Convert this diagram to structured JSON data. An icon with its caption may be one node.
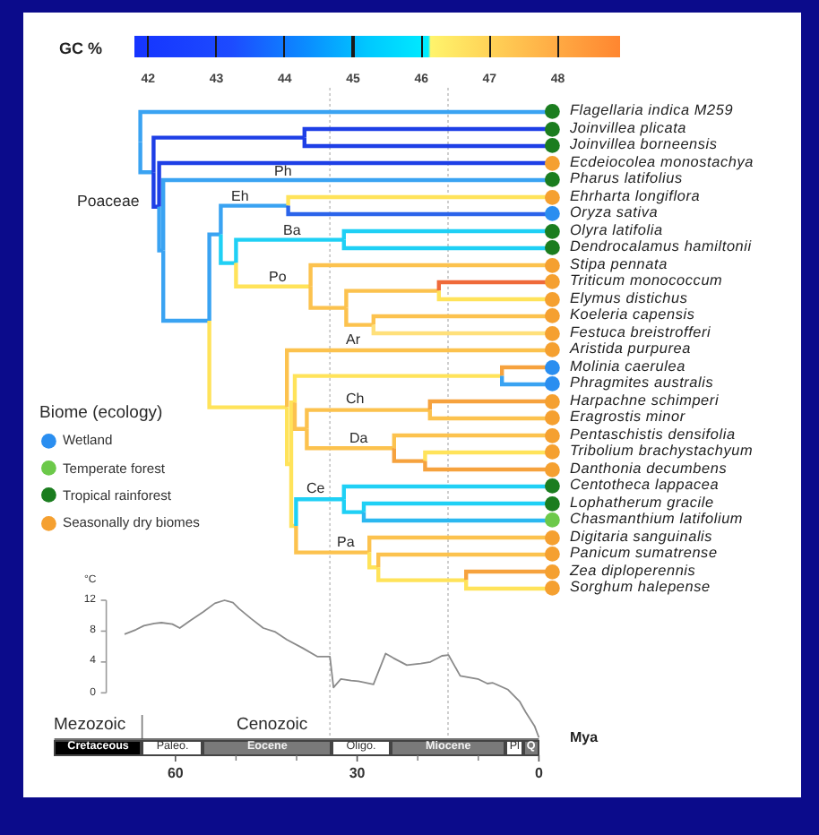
{
  "diagram": {
    "nodes": [
      {
        "text": [
          "Cretaceous"
        ]
      },
      {
        "text": [
          "Paleo."
        ]
      },
      {
        "text": [
          "Eocene"
        ]
      },
      {
        "text": [
          "Oligo."
        ]
      },
      {
        "text": [
          "Miocene"
        ]
      },
      {
        "text": [
          "Pl"
        ]
      },
      {
        "text": [
          "Q"
        ]
      }
    ],
    "labels": [
      "GC %",
      "42",
      "43",
      "44",
      "45",
      "46",
      "47",
      "48",
      "Flagellaria indica M259",
      "Joinvillea plicata",
      "Joinvillea borneensis",
      "Ecdeiocolea monostachya",
      "Pharus latifolius",
      "Ehrharta longiflora",
      "Oryza sativa",
      "Olyra latifolia",
      "Dendrocalamus hamiltonii",
      "Stipa pennata",
      "Triticum monococcum",
      "Elymus distichus",
      "Koeleria capensis",
      "Festuca breistrofferi",
      "Aristida purpurea",
      "Molinia caerulea",
      "Phragmites australis",
      "Harpachne schimperi",
      "Eragrostis minor",
      "Pentaschistis densifolia",
      "Tribolium brachystachyum",
      "Danthonia decumbens",
      "Centotheca lappacea",
      "Lophatherum gracile",
      "Chasmanthium latifolium",
      "Digitaria sanguinalis",
      "Panicum sumatrense",
      "Zea diploperennis",
      "Sorghum halepense",
      "Poaceae",
      "Ph",
      "Eh",
      "Ba",
      "Po",
      "Ar",
      "Ch",
      "Da",
      "Ce",
      "Pa",
      "Biome (ecology)",
      "Mezozoic",
      "Cenozoic"
    ],
    "legend": [
      {
        "text": "Wetland",
        "color": "#2a8ef0"
      },
      {
        "text": "Temperate forest",
        "color": "#6cc94a"
      },
      {
        "text": "Tropical rainforest",
        "color": "#1b7d1f"
      },
      {
        "text": "Seasonally dry biomes",
        "color": "#f5a030"
      }
    ],
    "chart_data": {
      "type": "line",
      "xlabel": "Mya",
      "ylabel": "°C",
      "x": [
        68.4,
        66.5,
        65.2,
        63.5,
        62.3,
        60.5,
        59.3,
        57.5,
        55.4,
        53.5,
        51.9,
        50.5,
        49.5,
        47.5,
        45.5,
        43.5,
        41.6,
        39.0,
        36.6,
        34.5,
        33.9,
        32.7,
        31.0,
        29.8,
        27.3,
        25.3,
        24.0,
        21.8,
        19.5,
        17.9,
        16.0,
        14.9,
        13.0,
        10.1,
        8.5,
        7.6,
        5.1,
        3.2,
        2.2,
        0.7,
        0
      ],
      "values": [
        7.6,
        8.2,
        8.7,
        9.0,
        9.1,
        8.9,
        8.4,
        9.4,
        10.5,
        11.6,
        12.0,
        11.7,
        10.9,
        9.6,
        8.4,
        7.9,
        6.9,
        5.8,
        4.7,
        4.7,
        0.7,
        1.8,
        1.6,
        1.5,
        1.1,
        5.1,
        4.5,
        3.6,
        3.8,
        4.0,
        4.8,
        4.9,
        2.2,
        1.8,
        1.2,
        1.3,
        0.4,
        -1.1,
        -2.5,
        -4.3,
        -5.8
      ],
      "xlim": [
        80,
        0
      ],
      "xticks": [
        60,
        30,
        0
      ],
      "ylim": [
        -6,
        12
      ],
      "yticks": [
        0,
        4,
        8,
        12
      ],
      "ref_lines": [
        {
          "axis": "x",
          "value": 34.5
        },
        {
          "axis": "x",
          "value": 15
        }
      ]
    }
  }
}
